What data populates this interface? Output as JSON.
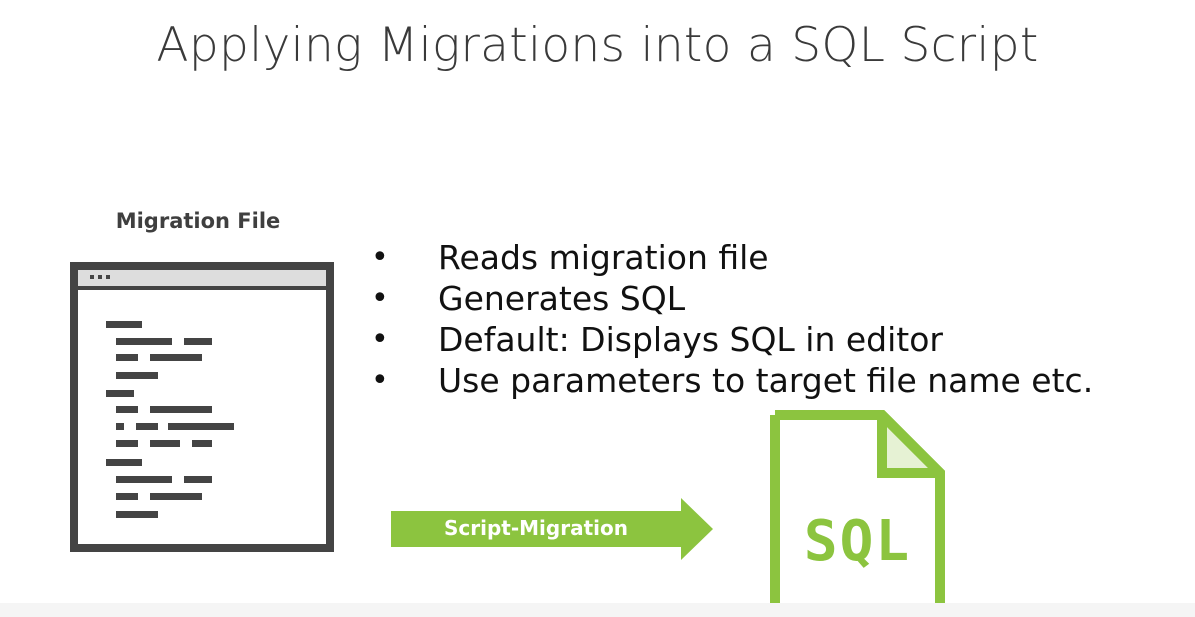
{
  "slide": {
    "title": "Applying Migrations into a SQL Script"
  },
  "migration_file": {
    "label": "Migration File",
    "icon": "code-window-icon"
  },
  "bullets": [
    {
      "marker": "•",
      "text": "Reads migration file"
    },
    {
      "marker": "•",
      "text": "Generates SQL"
    },
    {
      "marker": "•",
      "text": "Default: Displays SQL in editor"
    },
    {
      "marker": "•",
      "text": "Use parameters to target file name etc."
    }
  ],
  "arrow": {
    "label": "Script-Migration",
    "color": "#8cc43f"
  },
  "sql_file": {
    "label": "SQL",
    "icon": "sql-file-icon",
    "color": "#8cc43f"
  },
  "colors": {
    "dark_gray": "#444444",
    "accent_green": "#8cc43f"
  }
}
